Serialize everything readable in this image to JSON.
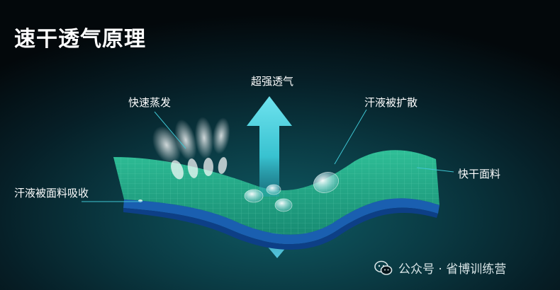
{
  "title": "速干透气原理",
  "labels": {
    "top_arrow": "超强透气",
    "evaporate": "快速蒸发",
    "spread": "汗液被扩散",
    "fabric": "快干面料",
    "absorb": "汗液被面料吸收"
  },
  "watermark": "公众号 · 省博训练营",
  "colors": {
    "background": "#0a3a43",
    "fabric_top": "#23a88a",
    "fabric_edge": "#1a5fb0",
    "arrow": "#3fc6d3",
    "text": "#ffffff"
  }
}
